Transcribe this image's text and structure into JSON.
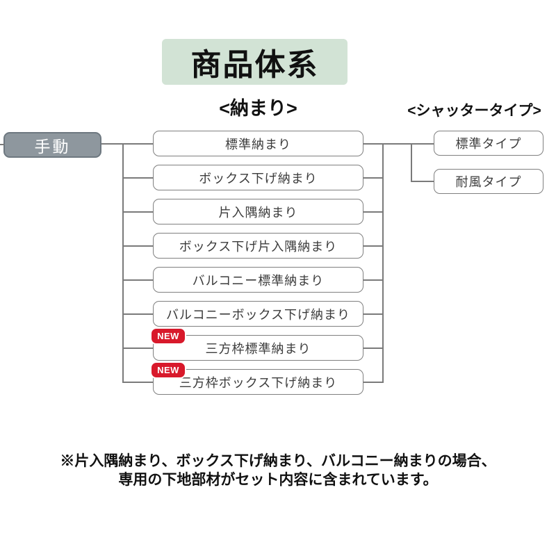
{
  "title": "商品体系",
  "headers": {
    "osamari": "<納まり>",
    "shutter_type": "<シャッタータイプ>"
  },
  "root": {
    "label": "手動"
  },
  "new_badge_label": "NEW",
  "osamari_items": [
    {
      "label": "標準納まり",
      "new": false
    },
    {
      "label": "ボックス下げ納まり",
      "new": false
    },
    {
      "label": "片入隅納まり",
      "new": false
    },
    {
      "label": "ボックス下げ片入隅納まり",
      "new": false
    },
    {
      "label": "バルコニー標準納まり",
      "new": false
    },
    {
      "label": "バルコニーボックス下げ納まり",
      "new": false
    },
    {
      "label": "三方枠標準納まり",
      "new": true
    },
    {
      "label": "三方枠ボックス下げ納まり",
      "new": true
    }
  ],
  "shutter_types": [
    {
      "label": "標準タイプ"
    },
    {
      "label": "耐風タイプ"
    }
  ],
  "note_lines": [
    "※片入隅納まり、ボックス下げ納まり、バルコニー納まりの場合、",
    "専用の下地部材がセット内容に含まれています。"
  ],
  "colors": {
    "title_background": "#d2e3d5",
    "root_node_fill": "#8e979e",
    "new_badge_red": "#d8192b",
    "connector_gray": "#7a7a7a"
  }
}
